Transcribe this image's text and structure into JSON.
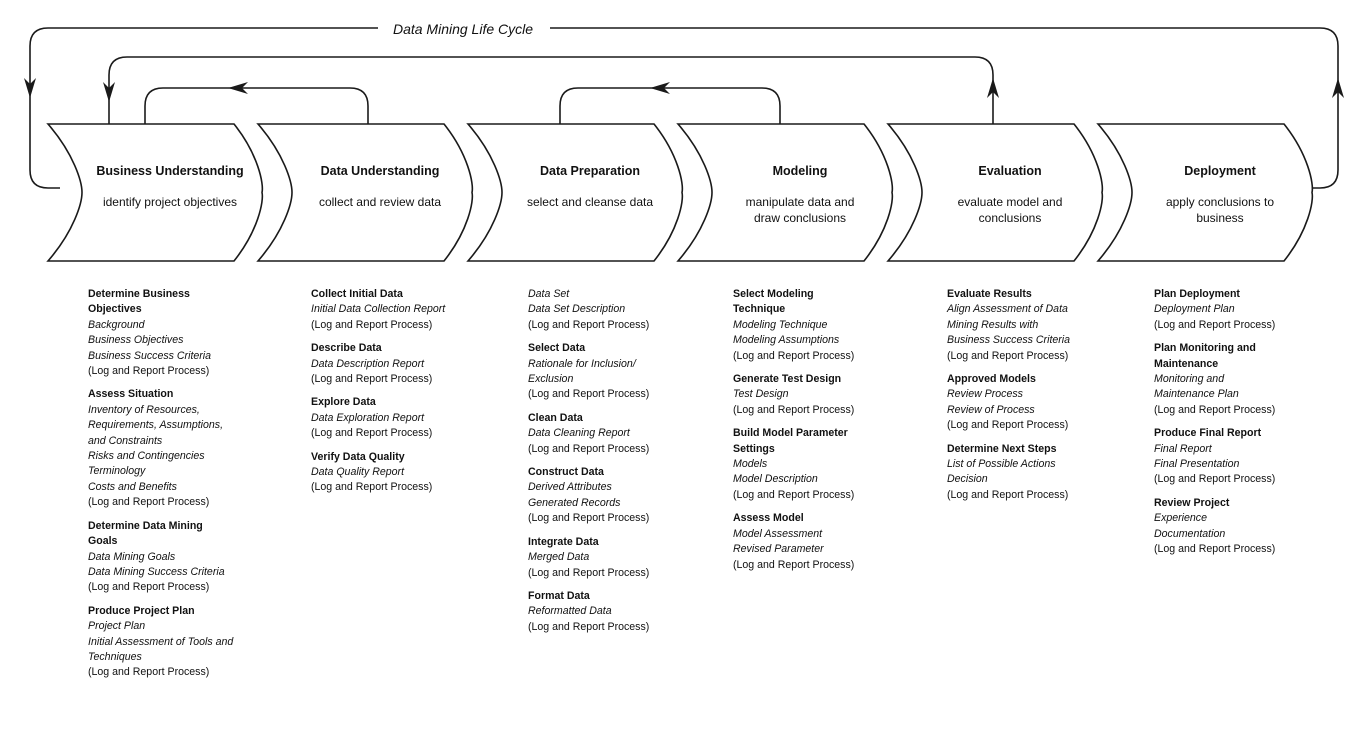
{
  "title": "Data Mining Life Cycle",
  "phases": [
    {
      "name": "Business Understanding",
      "desc": [
        "identify project objectives"
      ]
    },
    {
      "name": "Data Understanding",
      "desc": [
        "collect and review data"
      ]
    },
    {
      "name": "Data Preparation",
      "desc": [
        "select and cleanse data"
      ]
    },
    {
      "name": "Modeling",
      "desc": [
        "manipulate data and",
        "draw conclusions"
      ]
    },
    {
      "name": "Evaluation",
      "desc": [
        "evaluate model and",
        "conclusions"
      ]
    },
    {
      "name": "Deployment",
      "desc": [
        "apply conclusions to",
        "business"
      ]
    }
  ],
  "columns": [
    [
      {
        "title": [
          "Determine Business",
          "Objectives"
        ],
        "outputs": [
          [
            "Background"
          ],
          [
            "Business Objectives"
          ],
          [
            "Business Success Criteria"
          ]
        ],
        "log": "(Log and Report Process)"
      },
      {
        "title": [
          "Assess Situation"
        ],
        "outputs": [
          [
            "Inventory of Resources,",
            "Requirements, Assumptions,",
            "and Constraints"
          ],
          [
            "Risks and Contingencies"
          ],
          [
            "Terminology"
          ],
          [
            "Costs and Benefits"
          ]
        ],
        "log": "(Log and Report Process)"
      },
      {
        "title": [
          "Determine Data Mining",
          "Goals"
        ],
        "outputs": [
          [
            "Data Mining Goals"
          ],
          [
            "Data Mining Success Criteria"
          ]
        ],
        "log": "(Log and Report Process)"
      },
      {
        "title": [
          "Produce Project Plan"
        ],
        "outputs": [
          [
            "Project Plan"
          ],
          [
            "Initial Assessment of Tools and",
            "Techniques"
          ]
        ],
        "log": "(Log and Report Process)"
      }
    ],
    [
      {
        "title": [
          "Collect Initial Data"
        ],
        "outputs": [
          [
            "Initial Data Collection Report"
          ]
        ],
        "log": "(Log and Report Process)"
      },
      {
        "title": [
          "Describe Data"
        ],
        "outputs": [
          [
            "Data Description Report"
          ]
        ],
        "log": "(Log and Report Process)"
      },
      {
        "title": [
          "Explore Data"
        ],
        "outputs": [
          [
            "Data Exploration Report"
          ]
        ],
        "log": "(Log and Report Process)"
      },
      {
        "title": [
          "Verify Data Quality"
        ],
        "outputs": [
          [
            "Data Quality Report"
          ]
        ],
        "log": "(Log and Report Process)"
      }
    ],
    [
      {
        "title": [],
        "outputs": [
          [
            "Data Set"
          ],
          [
            "Data Set Description"
          ]
        ],
        "log": "(Log and Report Process)"
      },
      {
        "title": [
          "Select Data"
        ],
        "outputs": [
          [
            "Rationale for Inclusion/",
            "Exclusion"
          ]
        ],
        "log": "(Log and Report Process)"
      },
      {
        "title": [
          "Clean Data"
        ],
        "outputs": [
          [
            "Data Cleaning Report"
          ]
        ],
        "log": "(Log and Report Process)"
      },
      {
        "title": [
          "Construct Data"
        ],
        "outputs": [
          [
            "Derived Attributes"
          ],
          [
            "Generated Records"
          ]
        ],
        "log": "(Log and Report Process)"
      },
      {
        "title": [
          "Integrate Data"
        ],
        "outputs": [
          [
            "Merged Data"
          ]
        ],
        "log": "(Log and Report Process)"
      },
      {
        "title": [
          "Format Data"
        ],
        "outputs": [
          [
            "Reformatted Data"
          ]
        ],
        "log": "(Log and Report Process)"
      }
    ],
    [
      {
        "title": [
          "Select Modeling",
          "Technique"
        ],
        "outputs": [
          [
            "Modeling Technique"
          ],
          [
            "Modeling Assumptions"
          ]
        ],
        "log": "(Log and Report Process)"
      },
      {
        "title": [
          "Generate Test Design"
        ],
        "outputs": [
          [
            "Test Design"
          ]
        ],
        "log": "(Log and Report Process)"
      },
      {
        "title": [
          "Build Model Parameter",
          "Settings"
        ],
        "outputs": [
          [
            "Models"
          ],
          [
            "Model Description"
          ]
        ],
        "log": "(Log and Report Process)"
      },
      {
        "title": [
          "Assess Model"
        ],
        "outputs": [
          [
            "Model Assessment"
          ],
          [
            "Revised Parameter"
          ]
        ],
        "log": "(Log and Report Process)"
      }
    ],
    [
      {
        "title": [
          "Evaluate Results"
        ],
        "outputs": [
          [
            "Align Assessment of Data",
            "Mining Results with",
            "Business Success Criteria"
          ]
        ],
        "log": "(Log and Report Process)"
      },
      {
        "title": [
          "Approved Models"
        ],
        "outputs": [
          [
            "Review Process"
          ],
          [
            "Review of Process"
          ]
        ],
        "log": "(Log and Report Process)"
      },
      {
        "title": [
          "Determine Next Steps"
        ],
        "outputs": [
          [
            "List of Possible Actions"
          ],
          [
            "Decision"
          ]
        ],
        "log": "(Log and Report Process)"
      }
    ],
    [
      {
        "title": [
          "Plan Deployment"
        ],
        "outputs": [
          [
            "Deployment Plan"
          ]
        ],
        "log": "(Log and Report Process)"
      },
      {
        "title": [
          "Plan Monitoring and",
          "Maintenance"
        ],
        "outputs": [
          [
            "Monitoring and"
          ],
          [
            "Maintenance Plan"
          ]
        ],
        "log": "(Log and Report Process)"
      },
      {
        "title": [
          "Produce Final Report"
        ],
        "outputs": [
          [
            "Final Report"
          ],
          [
            "Final Presentation"
          ]
        ],
        "log": "(Log and Report Process)"
      },
      {
        "title": [
          "Review Project"
        ],
        "outputs": [
          [
            "Experience"
          ],
          [
            "Documentation"
          ]
        ],
        "log": "(Log and Report Process)"
      }
    ]
  ]
}
